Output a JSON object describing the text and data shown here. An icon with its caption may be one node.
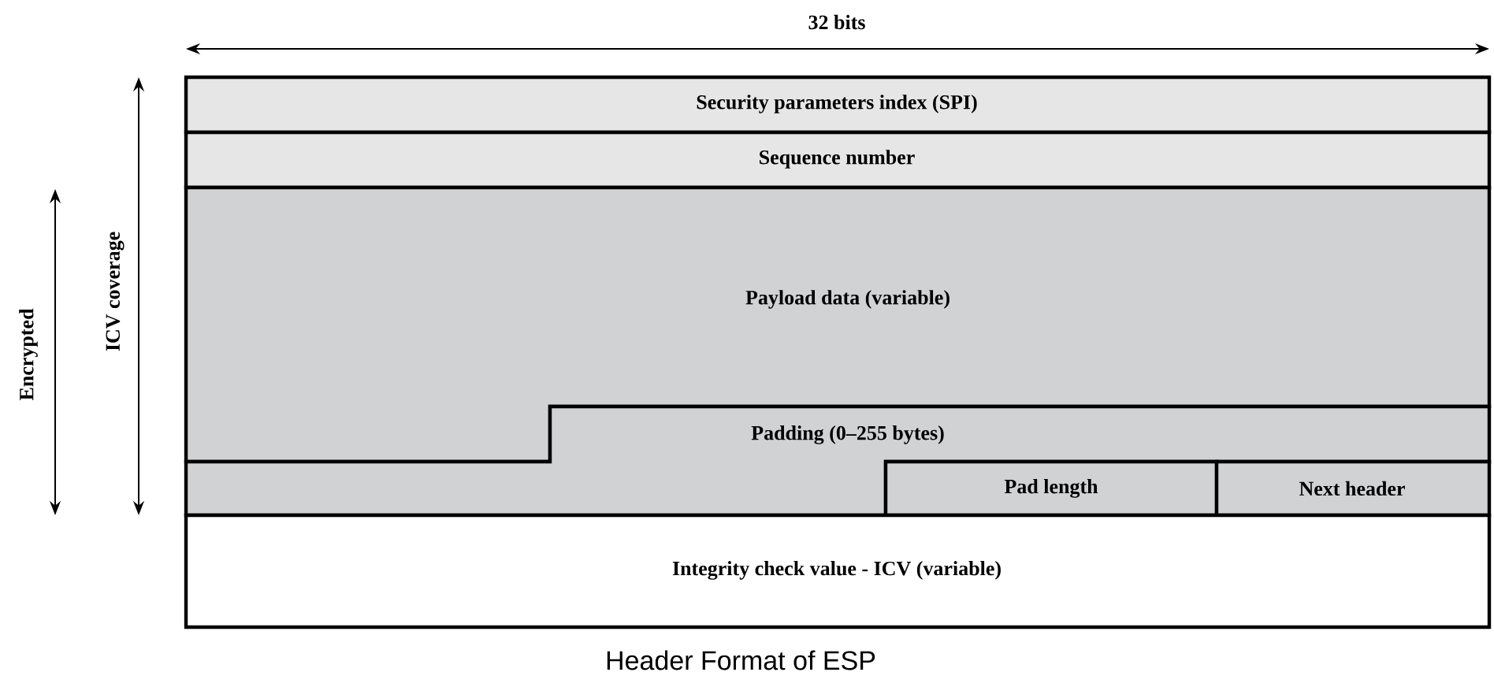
{
  "diagram": {
    "caption": "Header Format of ESP",
    "nodes": [
      {
        "text": [
          "Security parameters index (SPI)"
        ]
      },
      {
        "text": [
          "Sequence number"
        ]
      },
      {
        "text": [
          "Payload data (variable)"
        ]
      },
      {
        "text": [
          "Padding (0–255 bytes)"
        ]
      },
      {
        "text": [
          "Pad length"
        ]
      },
      {
        "text": [
          "Next header"
        ]
      },
      {
        "text": [
          "Integrity check value - ICV (variable)"
        ]
      }
    ],
    "labels": [
      "32 bits",
      "ICV coverage",
      "Encrypted"
    ]
  }
}
